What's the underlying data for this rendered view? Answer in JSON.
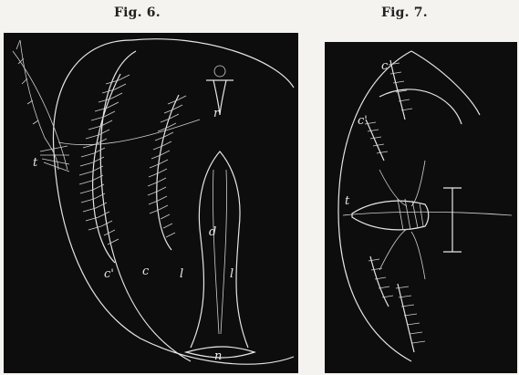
{
  "figures": [
    {
      "caption": "Fig. 6.",
      "labels": [
        "t",
        "c'",
        "c",
        "l",
        "l",
        "d",
        "r",
        "n"
      ]
    },
    {
      "caption": "Fig. 7.",
      "labels": [
        "c",
        "c'",
        "t"
      ]
    }
  ],
  "colors": {
    "plate_background": "#0d0d0d",
    "page_background": "#f4f3ef",
    "ink": "#e6e6e6"
  }
}
